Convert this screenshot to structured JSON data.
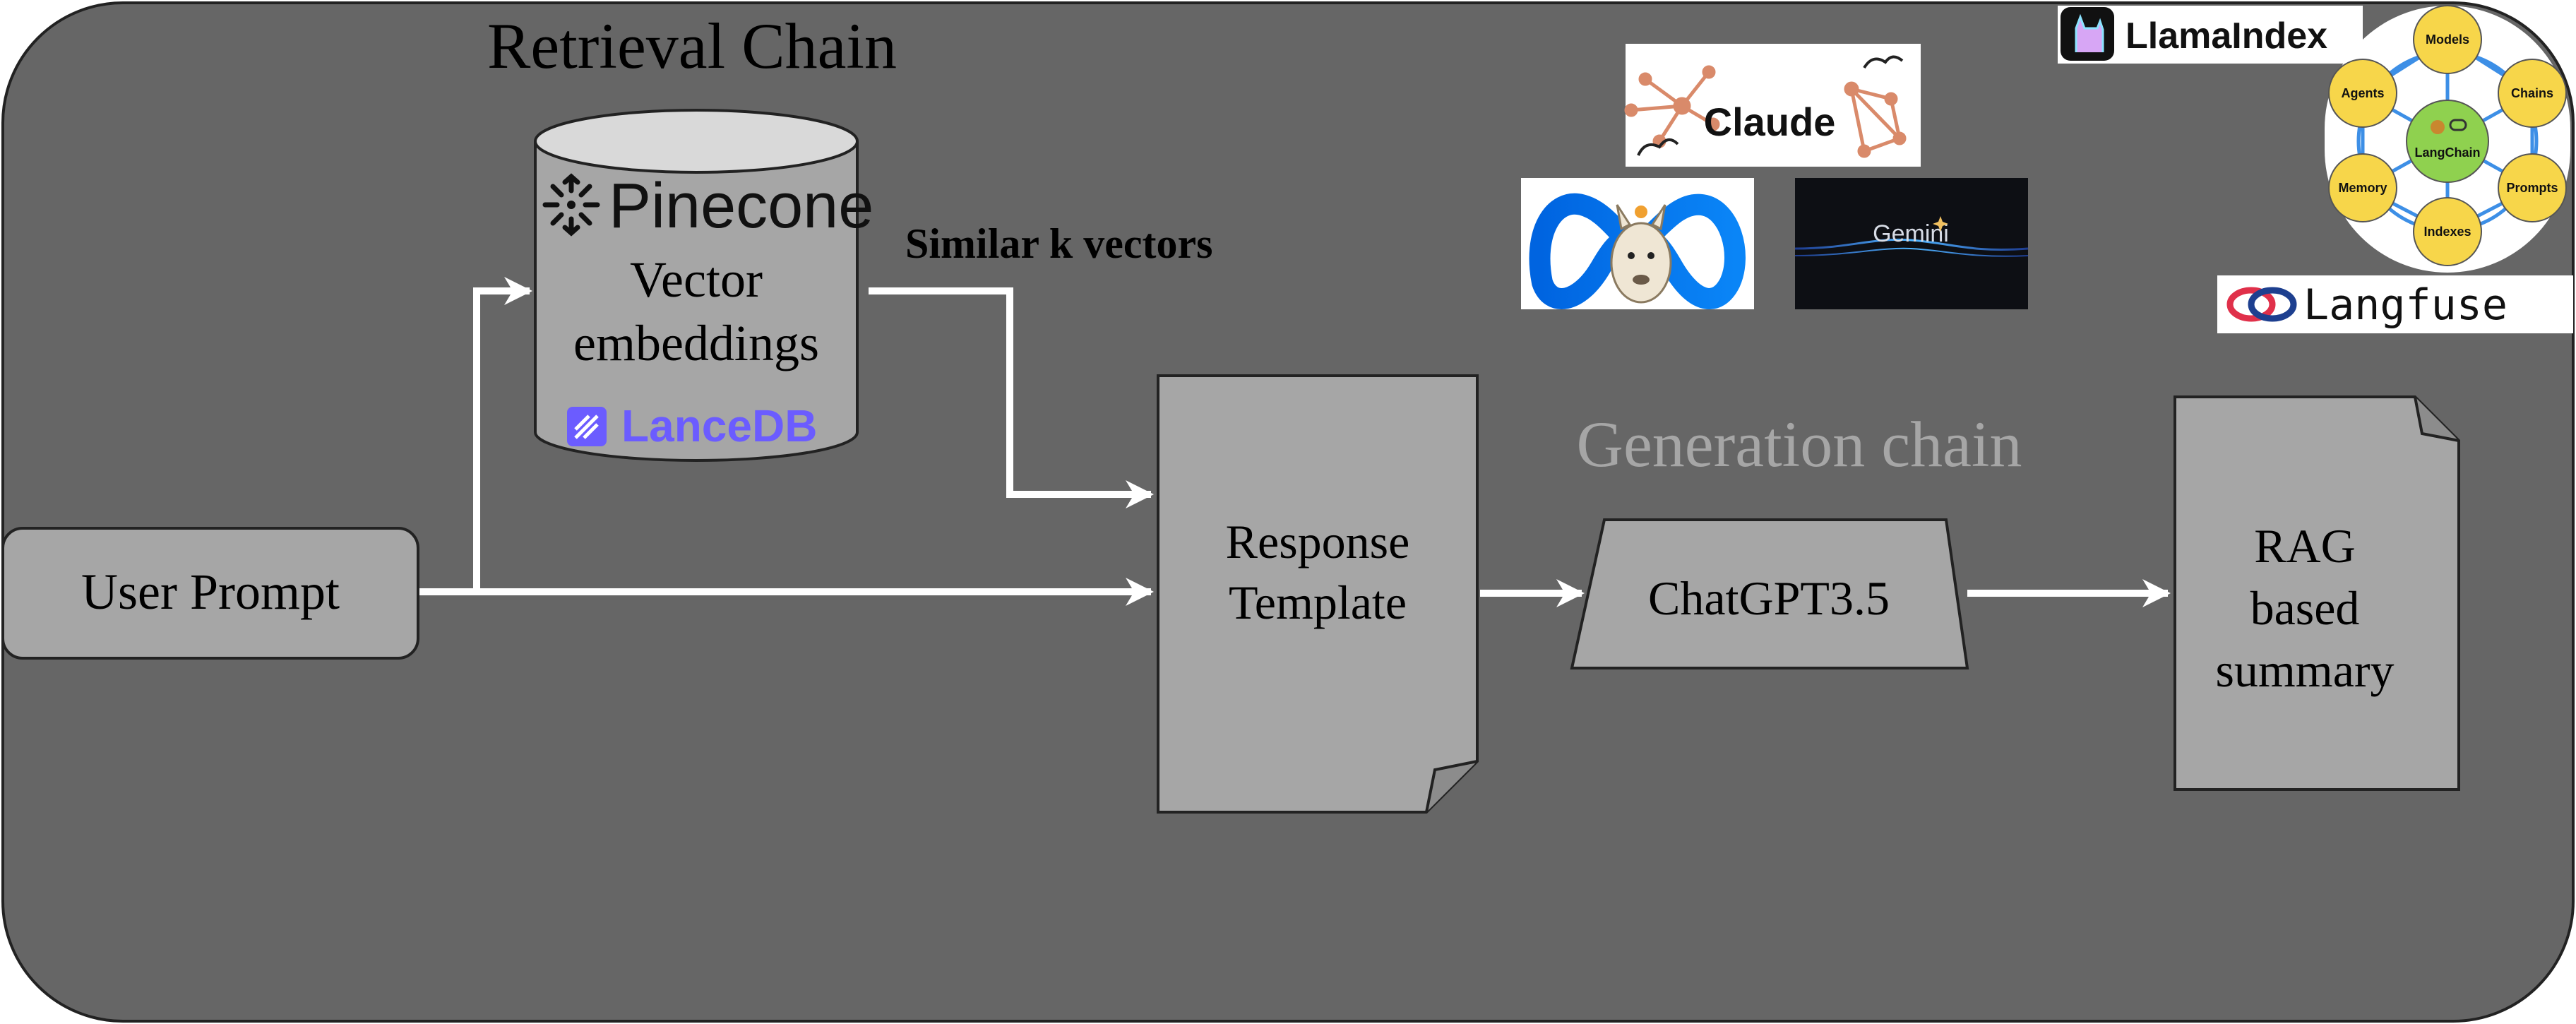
{
  "titles": {
    "retrieval": "Retrieval Chain",
    "generation": "Generation chain"
  },
  "nodes": {
    "user_prompt": "User Prompt",
    "db_logo": "Pinecone",
    "db_line1": "Vector",
    "db_line2": "embeddings",
    "db_logo2": "LanceDB",
    "edge_similar": "Similar k vectors",
    "template_line1": "Response",
    "template_line2": "Template",
    "llm": "ChatGPT3.5",
    "output_line1": "RAG",
    "output_line2": "based",
    "output_line3": "summary"
  },
  "logos": {
    "claude": "Claude",
    "gemini": "Gemini",
    "llamaindex": "LlamaIndex",
    "langfuse": "Langfuse",
    "langchain_center": "LangChain",
    "langchain_nodes": [
      "Models",
      "Chains",
      "Prompts",
      "Indexes",
      "Memory",
      "Agents"
    ]
  },
  "colors": {
    "panel": "#666666",
    "node_fill": "#a6a6a6",
    "arrow": "#ffffff",
    "generation_title": "#a6a6a6",
    "lancedb": "#6b5cff",
    "langchain_ring": "#3d8fe6",
    "langchain_node": "#f7d64a",
    "langchain_center": "#8fd14f",
    "meta_blue": "#0a66e4"
  }
}
